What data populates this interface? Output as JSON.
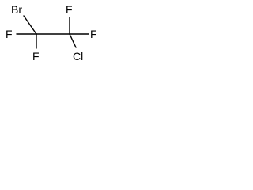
{
  "molecule": {
    "atoms": {
      "bromine": "Br",
      "fluorine_left_top": "F",
      "fluorine_left_bottom": "F",
      "fluorine_right_top": "F",
      "fluorine_right_side": "F",
      "chlorine": "Cl"
    }
  }
}
